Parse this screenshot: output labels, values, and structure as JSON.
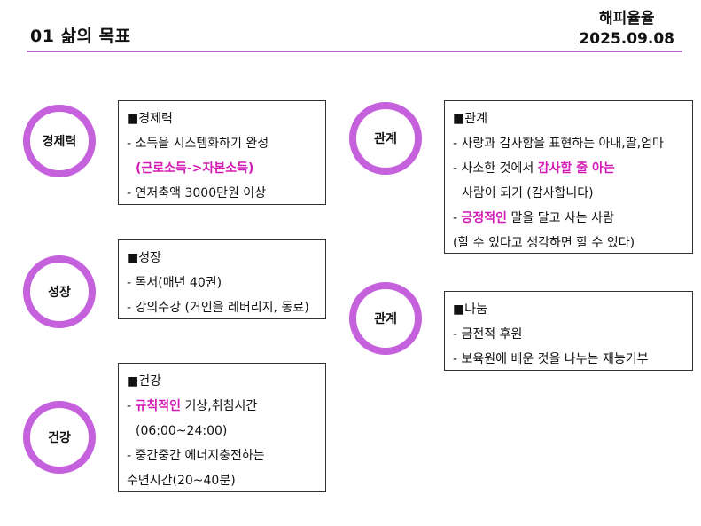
{
  "header": {
    "title": "01 삶의 목표",
    "brand": "해피율율",
    "date": "2025.09.08"
  },
  "colors": {
    "accent": "#c561dd",
    "highlight": "#d41ab4"
  },
  "circles": {
    "finance": "경제력",
    "growth": "성장",
    "health": "건강",
    "relation1": "관계",
    "relation2": "관계"
  },
  "boxes": {
    "finance": {
      "heading": "■경제력",
      "l1": "- 소득을 시스템화하기 완성",
      "l2": "(근로소득->자본소득)",
      "l3": "- 연저축액 3000만원 이상"
    },
    "growth": {
      "heading": "■성장",
      "l1": "- 독서(매년 40권)",
      "l2": "- 강의수강 (거인을 레버리지, 동료)"
    },
    "health": {
      "heading": "■건강",
      "l1_prefix": "- ",
      "l1_hl": "규칙적인",
      "l1_rest": " 기상,취침시간",
      "l2": "(06:00~24:00)",
      "l3": "- 중간중간 에너지충전하는",
      "l4": "수면시간(20~40분)"
    },
    "relation": {
      "heading": "■관계",
      "l1": "- 사랑과 감사함을 표현하는 아내,딸,엄마",
      "l2_prefix": "- 사소한 것에서 ",
      "l2_hl": "감사할 줄 아는",
      "l3": "사람이 되기 (감사합니다)",
      "l4_prefix": "- ",
      "l4_hl": "긍정적인",
      "l4_rest": " 말을 달고 사는 사람",
      "l5": "(할 수 있다고 생각하면 할 수 있다)"
    },
    "sharing": {
      "heading": "■나눔",
      "l1": "- 금전적 후원",
      "l2": "- 보육원에 배운 것을 나누는 재능기부"
    }
  }
}
